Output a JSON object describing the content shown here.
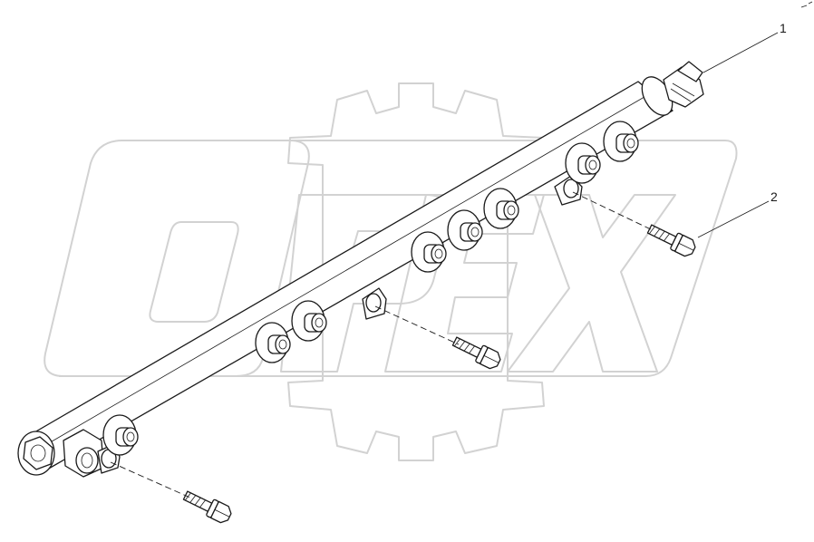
{
  "diagram": {
    "callouts": [
      {
        "label": "1",
        "part": "fuel-rail"
      },
      {
        "label": "2",
        "part": "mounting-bolt"
      }
    ],
    "watermark": {
      "text": "OPEX",
      "color": "#d2d2d2"
    },
    "line_color": "#1a1a1a",
    "background": "#ffffff"
  }
}
